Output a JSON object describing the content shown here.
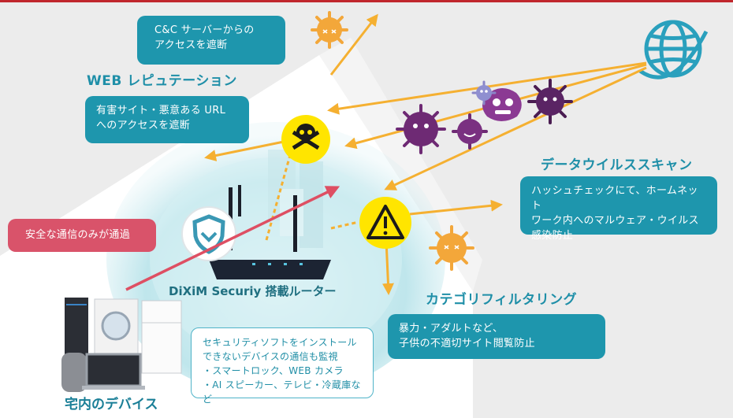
{
  "sections": {
    "web_reputation": "WEB レピュテーション",
    "data_virus_scan": "データウイルススキャン",
    "category_filtering": "カテゴリフィルタリング"
  },
  "bubbles": {
    "cc_server": "C&C サーバーからの\nアクセスを遮断",
    "harmful_sites": "有害サイト・悪意ある URL\nへのアクセスを遮断",
    "hash_check": "ハッシュチェックにて、ホームネット\nワーク内へのマルウェア・ウイルス\n感染防止",
    "category_block": "暴力・アダルトなど、\n子供の不適切サイト閲覧防止",
    "safe_only": "安全な通信のみが通過",
    "iot_monitor": "セキュリティソフトをインストール\nできないデバイスの通信も監視\n・スマートロック、WEB カメラ\n・AI スピーカー、テレビ・冷蔵庫など"
  },
  "router_label": "DiXiM Securiy 搭載ルーター",
  "devices_label": "宅内のデバイス",
  "colors": {
    "teal": "#1e96ad",
    "red": "#d9536a",
    "arrow_orange": "#f5b031",
    "arrow_red": "#de4f63",
    "virus_purple": "#6e2a74",
    "virus_orange": "#f3a73a",
    "warning_yellow": "#ffe500",
    "house": "#ffffff",
    "background": "#ececec"
  },
  "icons": [
    "globe-icon",
    "skull-crossbones-icon",
    "warning-icon",
    "virus-icon",
    "shield-icon"
  ]
}
